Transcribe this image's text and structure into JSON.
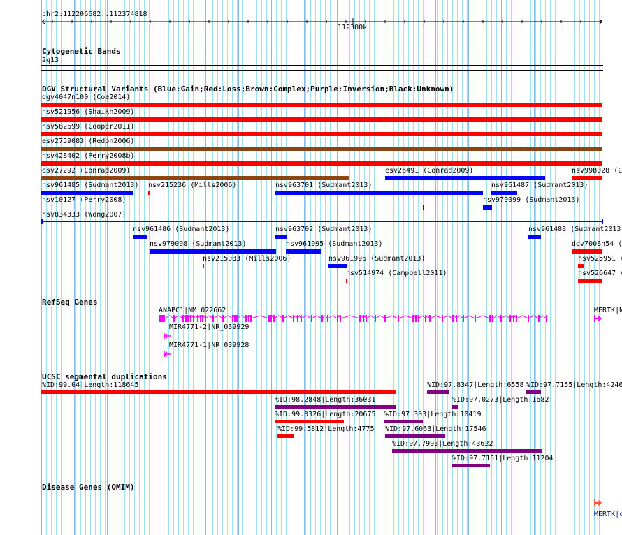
{
  "ruler": {
    "location": "chr2:112206682..112374818",
    "center_tick": "112300k"
  },
  "tracks": {
    "cytoband": {
      "title": "Cytogenetic Bands",
      "band": "2q13"
    },
    "dgv": {
      "title": "DGV Structural Variants (Blue:Gain;Red:Loss;Brown:Complex;Purple:Inversion;Black:Unknown)",
      "colors": {
        "gain": "#0000ff",
        "loss": "#ff0000",
        "complex": "#8b4513"
      },
      "features": [
        {
          "label": "dgv4047n100 (Coe2014)",
          "type": "loss"
        },
        {
          "label": "nsv521956 (Shaikh2009)",
          "type": "loss"
        },
        {
          "label": "nsv582699 (Cooper2011)",
          "type": "loss"
        },
        {
          "label": "esv2759083 (Redon2006)",
          "type": "complex"
        },
        {
          "label": "nsv428402 (Perry2008b)",
          "type": "loss"
        },
        {
          "label": "esv27292 (Conrad2009)",
          "type": "complex"
        },
        {
          "label": "esv26491 (Conrad2009)",
          "type": "gain"
        },
        {
          "label": "nsv998028 (C",
          "type": "loss"
        },
        {
          "label": "nsv961485 (Sudmant2013)",
          "type": "gain"
        },
        {
          "label": "nsv215236 (Mills2006)",
          "type": "loss"
        },
        {
          "label": "nsv963701 (Sudmant2013)",
          "type": "gain"
        },
        {
          "label": "nsv961487 (Sudmant2013)",
          "type": "gain"
        },
        {
          "label": "nsv10127 (Perry2008)",
          "type": "gain"
        },
        {
          "label": "nsv979099 (Sudmant2013)",
          "type": "gain"
        },
        {
          "label": "nsv834333 (Wong2007)",
          "type": "gain"
        },
        {
          "label": "nsv961486 (Sudmant2013)",
          "type": "gain"
        },
        {
          "label": "nsv963702 (Sudmant2013)",
          "type": "gain"
        },
        {
          "label": "nsv961488 (Sudmant2013",
          "type": "gain"
        },
        {
          "label": "nsv979098 (Sudmant2013)",
          "type": "gain"
        },
        {
          "label": "nsv961995 (Sudmant2013)",
          "type": "gain"
        },
        {
          "label": "dgv7008n54 (",
          "type": "loss"
        },
        {
          "label": "nsv215083 (Mills2006)",
          "type": "loss"
        },
        {
          "label": "nsv961996 (Sudmant2013)",
          "type": "gain"
        },
        {
          "label": "nsv525951 (",
          "type": "loss"
        },
        {
          "label": "nsv514974 (Campbell2011)",
          "type": "loss"
        },
        {
          "label": "nsv526647 (",
          "type": "loss"
        }
      ]
    },
    "refseq": {
      "title": "RefSeq Genes",
      "color": "#ff00ff",
      "genes": [
        {
          "label": "ANAPC1|NM_022662",
          "strand": "-"
        },
        {
          "label": "MIR4771-2|NR_039929",
          "strand": "-"
        },
        {
          "label": "MIR4771-1|NR_039928",
          "strand": "-"
        },
        {
          "label": "MERTK|N",
          "strand": "+"
        }
      ]
    },
    "segdup": {
      "title": "UCSC segmental duplications",
      "colors": {
        "high": "#ff0000",
        "mid": "#800080"
      },
      "features": [
        {
          "label": "%ID:99.04|Length:118645",
          "level": "high"
        },
        {
          "label": "%ID:97.8347|Length:6558",
          "level": "mid"
        },
        {
          "label": "%ID:97.7155|Length:4246",
          "level": "mid"
        },
        {
          "label": "%ID:98.2848|Length:36031",
          "level": "mid"
        },
        {
          "label": "%ID:97.0273|Length:1682",
          "level": "mid"
        },
        {
          "label": "%ID:99.0326|Length:20675",
          "level": "high"
        },
        {
          "label": "%ID:97.303|Length:10419",
          "level": "mid"
        },
        {
          "label": "%ID:99.5812|Length:4775",
          "level": "high"
        },
        {
          "label": "%ID:97.6063|Length:17546",
          "level": "mid"
        },
        {
          "label": "%ID:97.7993|Length:43622",
          "level": "mid"
        },
        {
          "label": "%ID:97.7151|Length:11204",
          "level": "mid"
        }
      ]
    },
    "omim": {
      "title": "Disease Genes (OMIM)",
      "gene_label": "MERTK|c",
      "arrow_color": "#ff5533",
      "label_color": "#0000aa"
    }
  }
}
